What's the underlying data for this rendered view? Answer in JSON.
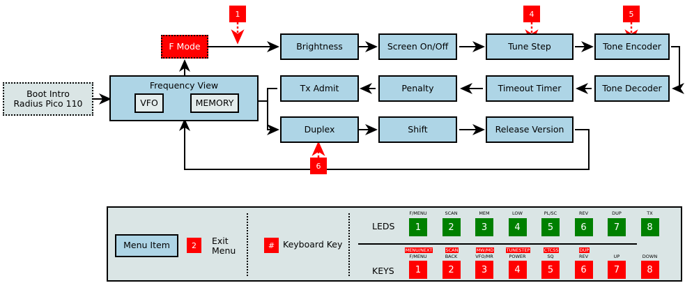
{
  "colors": {
    "node_fill": "#aed5e6",
    "accent_red": "#ff0000",
    "led_green": "#008000",
    "panel_bg": "#dae5e5",
    "inner_fill": "#e3ecec"
  },
  "flow": {
    "boot": {
      "label": "Boot Intro\nRadius Pico 110"
    },
    "frequency_view": {
      "title": "Frequency View",
      "vfo": "VFO",
      "memory": "MEMORY"
    },
    "fmode": {
      "label": "F Mode"
    },
    "row_top": [
      {
        "label": "Brightness"
      },
      {
        "label": "Screen On/Off"
      },
      {
        "label": "Tune Step"
      },
      {
        "label": "Tone Encoder"
      }
    ],
    "row_mid": [
      {
        "label": "Tx Admit"
      },
      {
        "label": "Penalty"
      },
      {
        "label": "Timeout Timer"
      },
      {
        "label": "Tone Decoder"
      }
    ],
    "row_bot": [
      {
        "label": "Duplex"
      },
      {
        "label": "Shift"
      },
      {
        "label": "Release Version"
      }
    ],
    "markers": [
      {
        "number": "1"
      },
      {
        "number": "4"
      },
      {
        "number": "5"
      },
      {
        "number": "6"
      }
    ]
  },
  "legend": {
    "menu_item": "Menu Item",
    "exit_marker": "2",
    "exit_text": "Exit\nMenu",
    "key_symbol": "#",
    "key_text": "Keyboard Key",
    "leds_label": "LEDS",
    "keys_label": "KEYS",
    "leds": [
      {
        "cap": "F/MENU",
        "num": "1"
      },
      {
        "cap": "SCAN",
        "num": "2"
      },
      {
        "cap": "MEM",
        "num": "3"
      },
      {
        "cap": "LOW",
        "num": "4"
      },
      {
        "cap": "PL/SC",
        "num": "5"
      },
      {
        "cap": "REV",
        "num": "6"
      },
      {
        "cap": "DUP",
        "num": "7"
      },
      {
        "cap": "TX",
        "num": "8"
      }
    ],
    "keys": [
      {
        "alt": "MENU/NEXT",
        "cap": "F/MENU",
        "num": "1"
      },
      {
        "alt": "SCAN",
        "cap": "BACK",
        "num": "2"
      },
      {
        "alt": "MW/MD",
        "cap": "VFO/MR",
        "num": "3"
      },
      {
        "alt": "TUNESTEP",
        "cap": "POWER",
        "num": "4"
      },
      {
        "alt": "CTCSS",
        "cap": "SQ",
        "num": "5"
      },
      {
        "alt": "DUP",
        "cap": "REV",
        "num": "6"
      },
      {
        "alt": "",
        "cap": "UP",
        "num": "7"
      },
      {
        "alt": "",
        "cap": "DOWN",
        "num": "8"
      }
    ]
  }
}
